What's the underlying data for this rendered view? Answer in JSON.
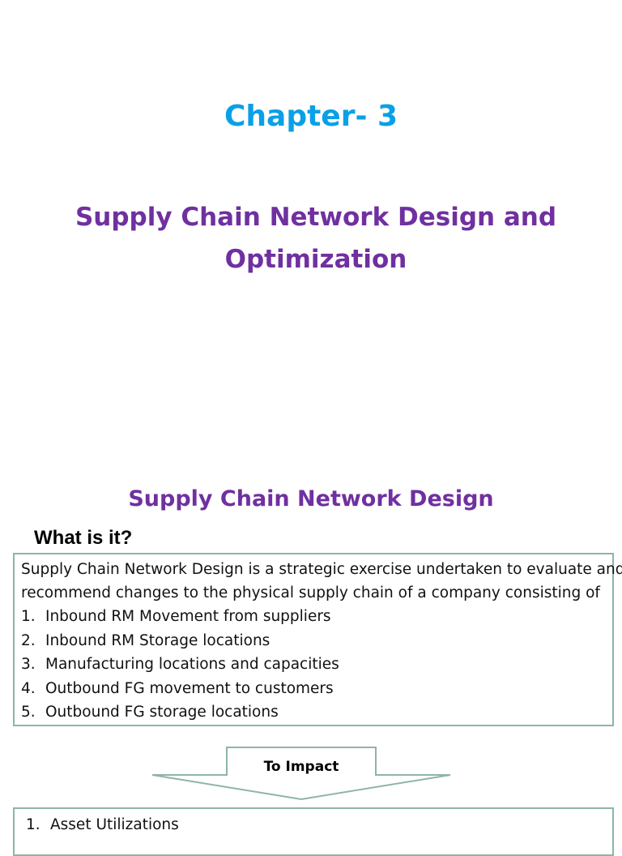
{
  "slide1": {
    "title": "Chapter- 3",
    "subtitle_line1": "Supply Chain Network Design and",
    "subtitle_line2": "Optimization"
  },
  "slide2": {
    "title": "Supply Chain Network Design",
    "question": "What is it?",
    "definition_line1": "Supply Chain Network Design is a strategic exercise undertaken to evaluate and",
    "definition_line2": "recommend changes to the physical supply chain of a company consisting of",
    "items": [
      {
        "num": "1.",
        "text": "Inbound RM Movement from suppliers"
      },
      {
        "num": "2.",
        "text": "Inbound RM Storage locations"
      },
      {
        "num": "3.",
        "text": "Manufacturing locations and capacities"
      },
      {
        "num": "4.",
        "text": "Outbound FG movement to customers"
      },
      {
        "num": "5.",
        "text": "Outbound FG storage locations"
      }
    ],
    "arrow_label": "To Impact",
    "impact_items": [
      {
        "num": "1.",
        "text": "Asset Utilizations"
      }
    ],
    "colors": {
      "chapter_title": "#0aa0e6",
      "heading_purple": "#7030a0",
      "box_border": "#8fb5a5"
    }
  }
}
